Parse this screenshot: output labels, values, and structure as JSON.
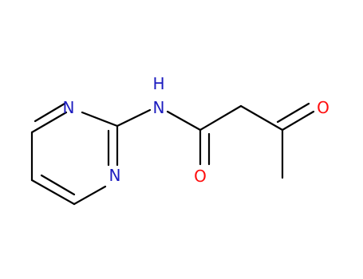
{
  "molecule": {
    "atoms": {
      "n_ring_top": "N",
      "n_ring_bottom": "N",
      "n_amide": "N",
      "h_amide": "H",
      "o_amide": "O",
      "o_ketone": "O"
    },
    "colors": {
      "bond": "#000000",
      "nitrogen": "#1c1cbf",
      "oxygen": "#ff0d0d"
    }
  }
}
